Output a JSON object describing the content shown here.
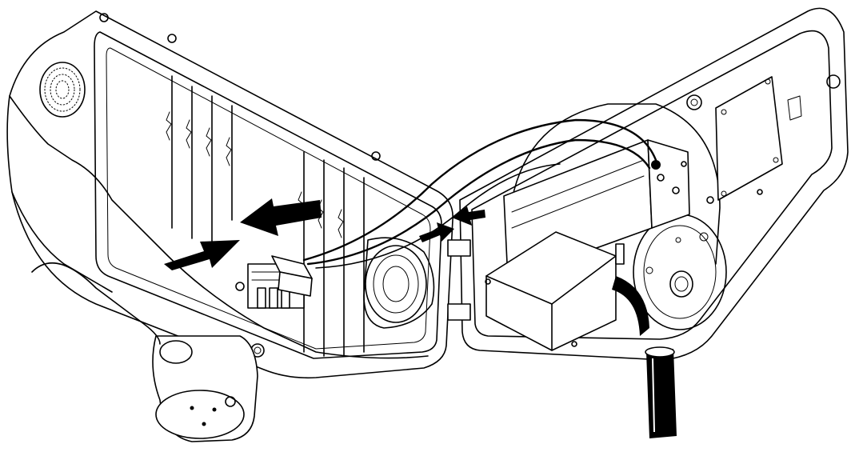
{
  "figure": {
    "subject": "open-enclosure-cable-routing",
    "line_color": "#000000",
    "background": "#ffffff",
    "arrows": [
      {
        "name": "arrow-insert-connector-left",
        "direction": "right"
      },
      {
        "name": "arrow-remove-connector-left",
        "direction": "left"
      },
      {
        "name": "arrow-insert-connector-right",
        "direction": "right"
      },
      {
        "name": "arrow-remove-connector-right",
        "direction": "left"
      }
    ]
  }
}
